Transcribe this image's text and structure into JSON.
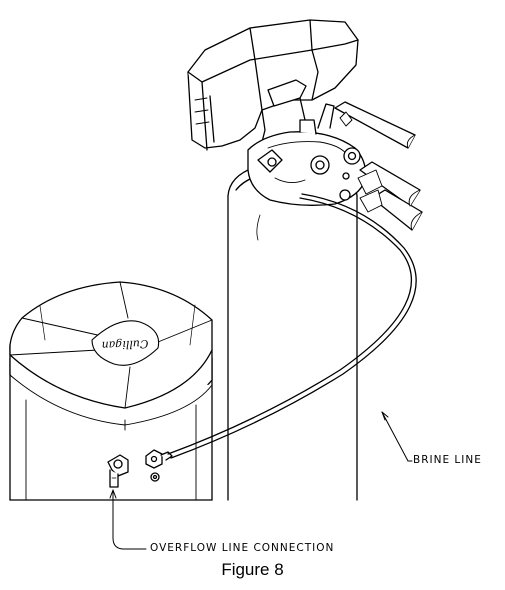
{
  "labels": {
    "brine_line": "BRINE LINE",
    "overflow_connection": "OVERFLOW LINE CONNECTION"
  },
  "caption": "Figure 8",
  "logo_text": "Culligan",
  "colors": {
    "line": "#000000",
    "background": "#ffffff"
  },
  "icons": [
    "brine-tank",
    "resin-tank",
    "control-valve",
    "brine-line-tube",
    "overflow-elbow-fitting",
    "brine-line-fitting",
    "logo"
  ]
}
